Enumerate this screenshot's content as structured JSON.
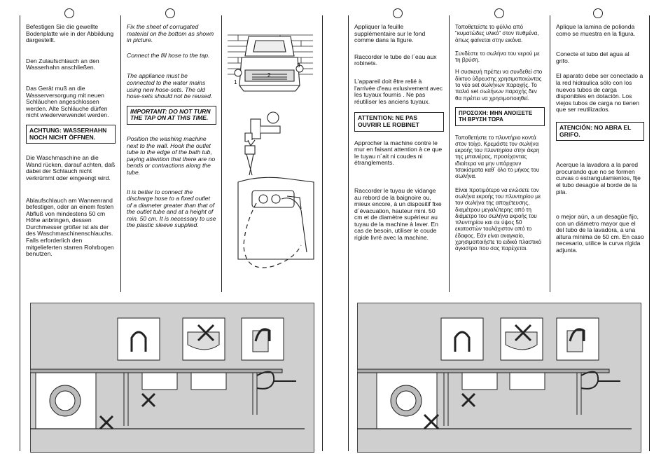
{
  "de": {
    "p1": "Befestigen Sie die gewellte Bodenplatte wie in der Abbildung dargestellt.",
    "p2": "Den Zulaufschlauch an den Wasserhahn anschließen.",
    "p3": "Das Gerät muß an die Wasserversorgung mit neuen Schläuchen angeschlossen werden. Alte Schläuche dürfen nicht wiederverwendet werden.",
    "warn": "ACHTUNG: WASSERHAHN NOCH NICHT ÖFFNEN.",
    "p4": "Die Waschmaschine an die Wand rücken, darauf achten, daß dabei der Schlauch nicht verkrümmt oder eingeengt wird.",
    "p5": "Ablaufschlauch am Wannenrand befestigen, oder an einem festen Abfluß von mindestens 50 cm Höhe anbringen, dessen Durchmesser größer ist als der des Waschmaschinenschlauchs. Falls erforderlich den mitgelieferten starren Rohrbogen benutzen."
  },
  "en": {
    "p1": "Fix the sheet of corrugated material on the bottom as shown in picture.",
    "p2": "Connect the fill hose to the tap.",
    "p3": "The appliance must be connected to the water mains using new hose-sets. The old hose-sets should not be reused.",
    "warn": "IMPORTANT: DO NOT TURN THE TAP ON AT THIS TIME.",
    "p4": "Position the washing machine next to the wall. Hook the outlet tube to the edge of the bath tub, paying attention that there are no bends or contractions along the tube.",
    "p5": "It is better to connect the discharge hose to a fixed outlet of a diameter greater than that of the outlet tube and at a height of min. 50 cm. It is necessary to use the plastic sleeve supplied."
  },
  "fr": {
    "p1": "Appliquer la feuille supplémentaire sur le fond comme dans la figure.",
    "p2": "Raccorder le tube de l´eau aux robinets.",
    "p3": "L'appareil doit être relié à l'arrivée d'eau exlusivement avec les tuyaux fournis . Ne pas réutiliser les anciens tuyaux.",
    "warn": "ATTENTION: NE PAS OUVRIR LE ROBINET",
    "p4": "Approcher la machine contre le mur en faisant attention à ce que le tuyau n´ait ni coudes ni étranglements.",
    "p5": "Raccorder le tuyau de vidange au rebord de la baignoire ou, mieux encore, à un dispositif fixe d´évacuation, hauteur mini. 50 cm et de diamètre supérieur au tuyau de la machine à laver. En cas de besoin, utiliser le coude rigide livré avec la machine."
  },
  "gr": {
    "p1": "Τοποθετείστε το φύλλο από \"κυματώδες υλικό\" στον πυθμένα, όπως φαίνεται στην εικόνα.",
    "p2": "Συνδέστε το σωλήνα του νερού με τη βρύση.",
    "p3": "Η συσκευή πρέπει να συνδεθεί στο δίκτυο ύδρευσης χρησιμοποιώντας το νέο set σωλήνων παροχής. Το παλιό set σωλήνων παροχής δεν θα πρέπει να χρησιμοποιηθεί.",
    "warn": "ΠΡΟΣΟΧΗ: ΜΗΝ ΑΝΟΙΞΕΤΕ ΤΗ ΒΡΥΣΗ ΤΩΡΑ",
    "p4": "Τοποθετήστε το πλυντήριο κοντά στον τοίχο. Κρεμάστε τον σωλήνα εκροής του πλυντηρίου στην άκρη της μπανιέρας, προσέχοντας ιδιαίτερα να μην υπάρχουν τσακίσματα καθ΄ όλο το μήκος του σωλήνα.",
    "p5": "Είναι προτιμότερο να ενώσετε τον σωλήνα εκροής του πλυντηρίου με τον σωλήνα της αποχέτευσης, διαμέτρου μεγαλύτερης από τη διάμετρο του σωλήνα εκροής του πλυντηρίου και σε ύψος 50 εκατοστών τουλάχιστον από το έδαφος. Εάν είναι αναγκαίο, χρησιμοποιήστε το ειδικό πλαστικό άγκιστρο που σας παρέχεται."
  },
  "es": {
    "p1": "Aplique la lamina de poliondа como se muestra en la figura.",
    "p2": "Conecte el tubo del agua al grifo.",
    "p3": "El aparato debe ser conectado a la red hidraulica sólo con los nuevos tubos de carga disponibles en dotación. Los viejos tubos de carga no tienen que ser reutilizados.",
    "warn": "ATENCIÓN: NO ABRA EL GRIFO.",
    "p4": "Acerque la lavadora a la pared procurando que no se formen curvas o estrangulamientos, fije el tubo desagüe al borde de la pila.",
    "p5": "o mejor aún, a un desagüe fijo, con un diámetro mayor que el del tubo de la lavadora, a una altura mínima de 50 cm. En caso necesario, utilice la curva rígida adjunta."
  },
  "figure_labels": {
    "one": "1",
    "two": "2",
    "three": "3"
  },
  "colors": {
    "panel": "#cfcfcf",
    "line": "#222222"
  }
}
